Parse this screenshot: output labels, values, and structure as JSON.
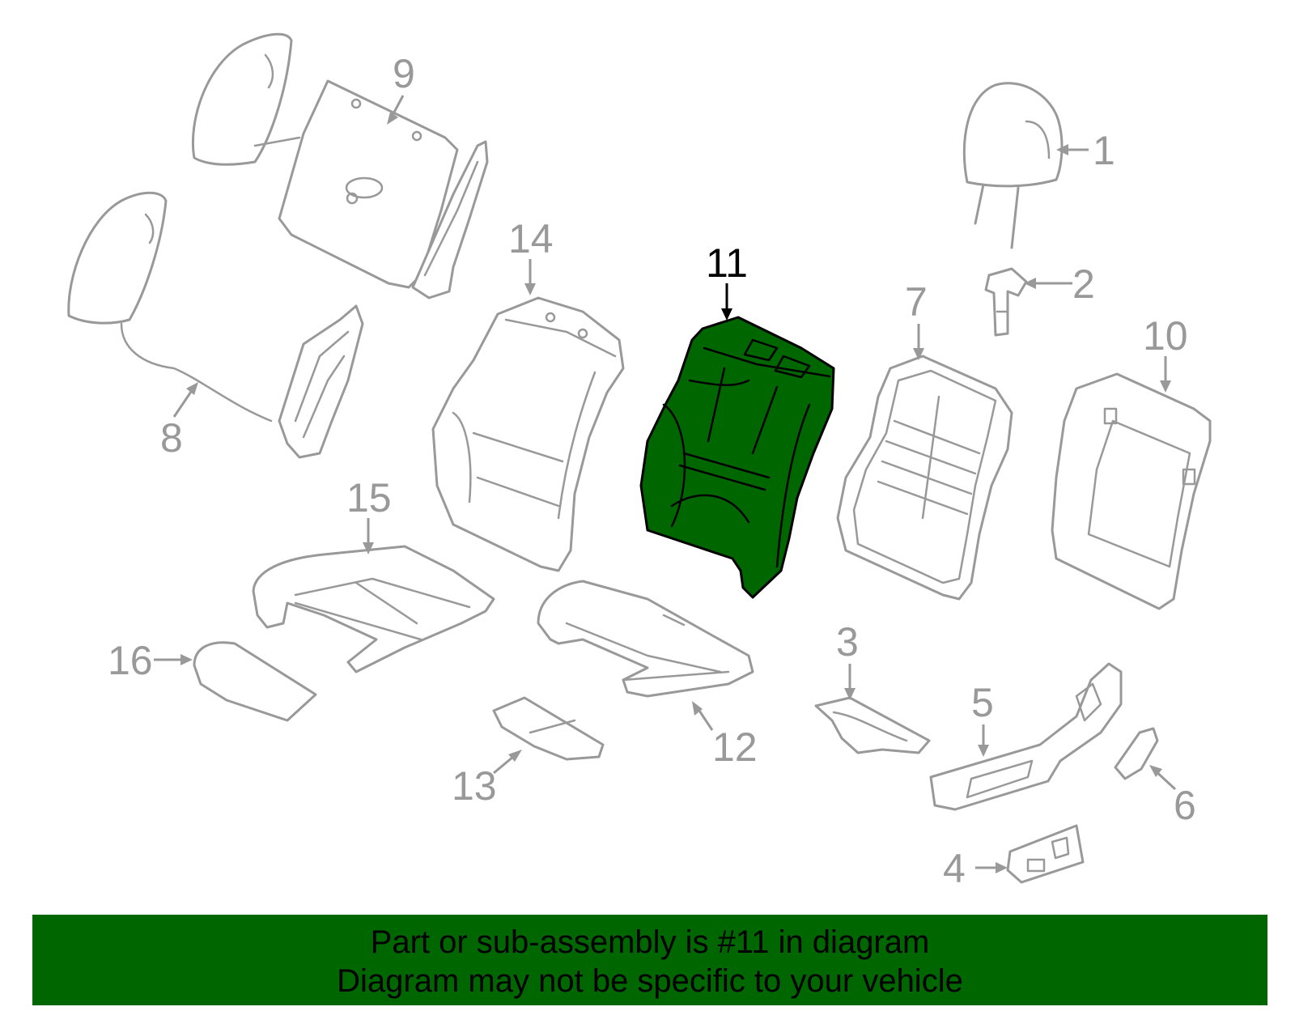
{
  "highlight": {
    "part_number": "11",
    "fill_color": "#006600",
    "outline_color": "#000000"
  },
  "parts_color": "#999999",
  "callouts": {
    "c1": "1",
    "c2": "2",
    "c3": "3",
    "c4": "4",
    "c5": "5",
    "c6": "6",
    "c7": "7",
    "c8": "8",
    "c9": "9",
    "c10": "10",
    "c11": "11",
    "c12": "12",
    "c13": "13",
    "c14": "14",
    "c15": "15",
    "c16": "16"
  },
  "banner": {
    "line1": "Part or sub-assembly is #11 in diagram",
    "line2": "Diagram may not be specific to your vehicle",
    "background": "#006600"
  }
}
